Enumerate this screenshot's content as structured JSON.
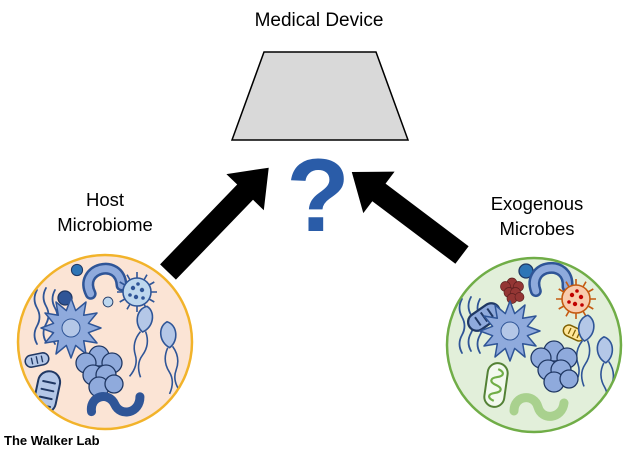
{
  "title": "Medical Device",
  "center_question": "?",
  "footer": "The Walker Lab",
  "left_node": {
    "line1": "Host",
    "line2": "Microbiome"
  },
  "right_node": {
    "line1": "Exogenous",
    "line2": "Microbes"
  },
  "colors": {
    "question_mark": "#2a5ca8",
    "arrow": "#000000",
    "device_fill": "#d9d9d9",
    "device_stroke": "#000000",
    "host_circle_fill": "#fbe4d5",
    "host_circle_stroke": "#f2b32a",
    "exogenous_circle_fill": "#e2efda",
    "exogenous_circle_stroke": "#70ad47"
  }
}
